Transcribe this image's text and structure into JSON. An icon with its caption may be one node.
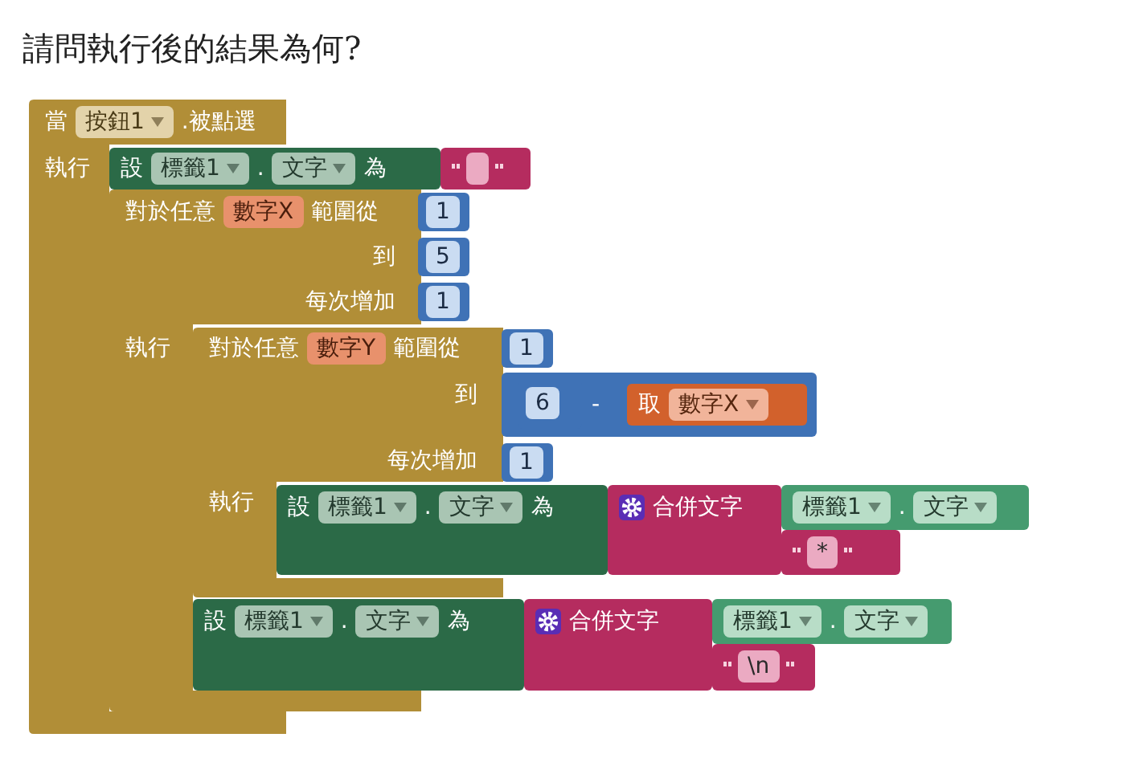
{
  "diagram": {
    "title": "請問執行後的結果為何?",
    "nodes": [
      {
        "text": [
          "當",
          "按鈕1",
          ".被點選",
          "執行"
        ]
      },
      {
        "text": [
          "設",
          "標籤1",
          ".",
          "文字",
          "為"
        ]
      },
      {
        "text": [],
        "shape": "box"
      },
      {
        "text": [
          "對於任意",
          "數字X",
          "範圍從",
          "到",
          "每次增加",
          "執行"
        ]
      },
      {
        "text": [
          "1"
        ]
      },
      {
        "text": [
          "5"
        ]
      },
      {
        "text": [
          "1"
        ]
      },
      {
        "text": [
          "對於任意",
          "數字Y",
          "範圍從",
          "到",
          "每次增加",
          "執行"
        ]
      },
      {
        "text": [
          "1"
        ]
      },
      {
        "text": [
          "-"
        ]
      },
      {
        "text": [
          "6"
        ],
        "in": 9
      },
      {
        "text": [
          "取",
          "數字X"
        ],
        "in": 9
      },
      {
        "text": [
          "1"
        ]
      },
      {
        "text": [
          "設",
          "標籤1",
          ".",
          "文字",
          "為"
        ]
      },
      {
        "text": [
          "合併文字"
        ]
      },
      {
        "text": [
          "標籤1",
          ".",
          "文字"
        ]
      },
      {
        "text": [
          "*"
        ]
      },
      {
        "text": [
          "設",
          "標籤1",
          ".",
          "文字",
          "為"
        ]
      },
      {
        "text": [
          "合併文字"
        ]
      },
      {
        "text": [
          "標籤1",
          ".",
          "文字"
        ]
      },
      {
        "text": [
          "\\n"
        ]
      }
    ]
  }
}
